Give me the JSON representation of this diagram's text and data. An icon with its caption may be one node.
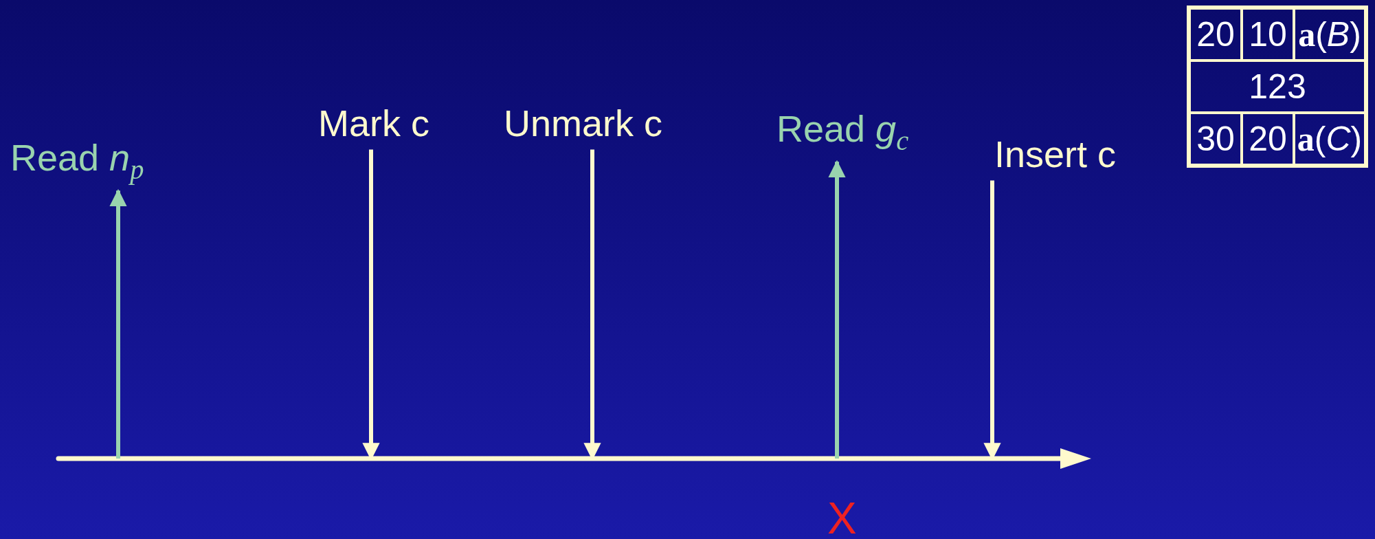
{
  "diagram": {
    "nodes": [
      {
        "text": [
          "Read *n*$_{p}$"
        ]
      },
      {
        "text": [
          "Mark c"
        ]
      },
      {
        "text": [
          "Unmark c"
        ]
      },
      {
        "text": [
          "Read *g*$_{c}$"
        ]
      },
      {
        "text": [
          "Insert c"
        ]
      }
    ],
    "edges": [
      {
        "from": null,
        "to": 0,
        "arrow": "to",
        "color": "#99d3ae"
      },
      {
        "from": 1,
        "to": null,
        "arrow": "to"
      },
      {
        "from": 2,
        "to": null,
        "arrow": "to"
      },
      {
        "from": null,
        "to": 3,
        "arrow": "to",
        "color": "#99d3ae"
      },
      {
        "from": 4,
        "to": null,
        "arrow": "to"
      }
    ],
    "labels": [
      "20",
      "10",
      "**a**(*B*)",
      "123",
      "30",
      "20",
      "**a**(*C*)",
      "X"
    ]
  }
}
